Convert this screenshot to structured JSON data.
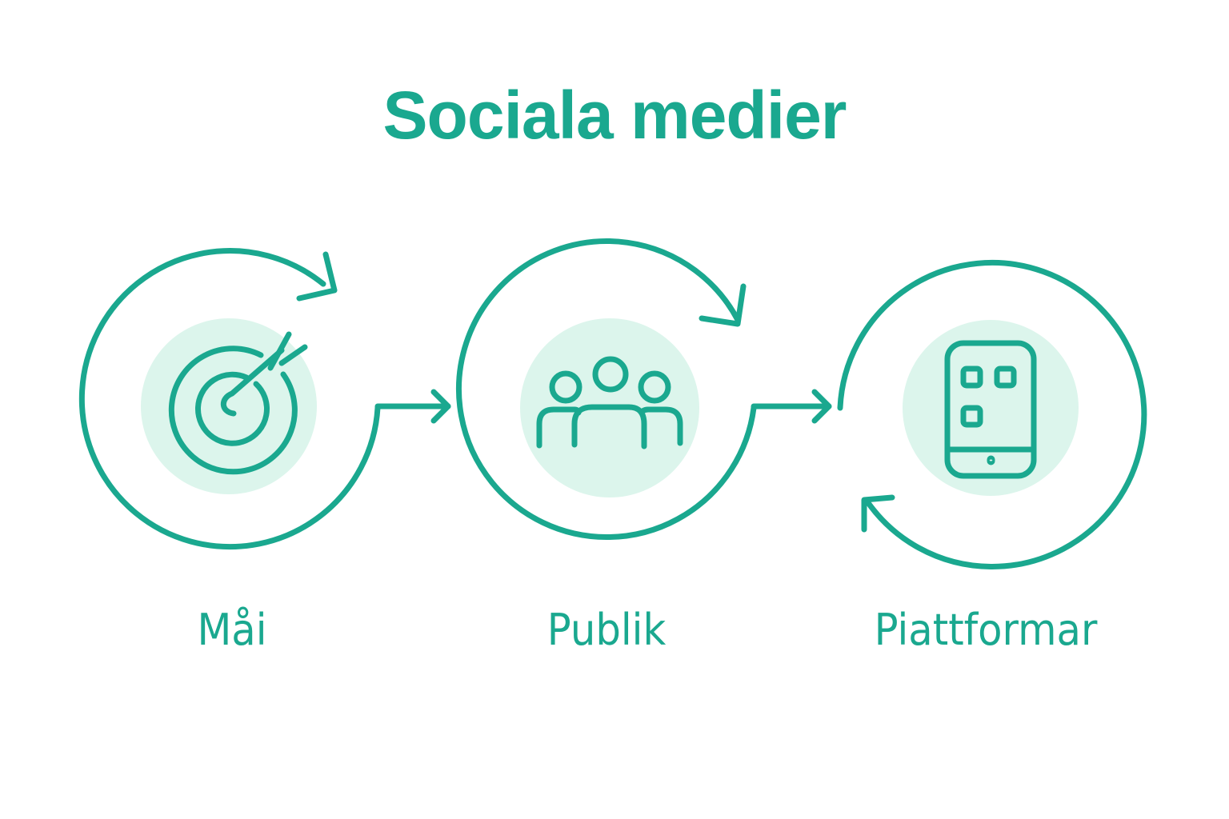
{
  "title": "Sociala medier",
  "colors": {
    "accent": "#1aa88f",
    "icon_bg": "#dcf5ec",
    "background": "#ffffff"
  },
  "steps": [
    {
      "label": "Måi",
      "icon": "target-icon"
    },
    {
      "label": "Publik",
      "icon": "people-group-icon"
    },
    {
      "label": "Piattformar",
      "icon": "smartphone-apps-icon"
    }
  ]
}
